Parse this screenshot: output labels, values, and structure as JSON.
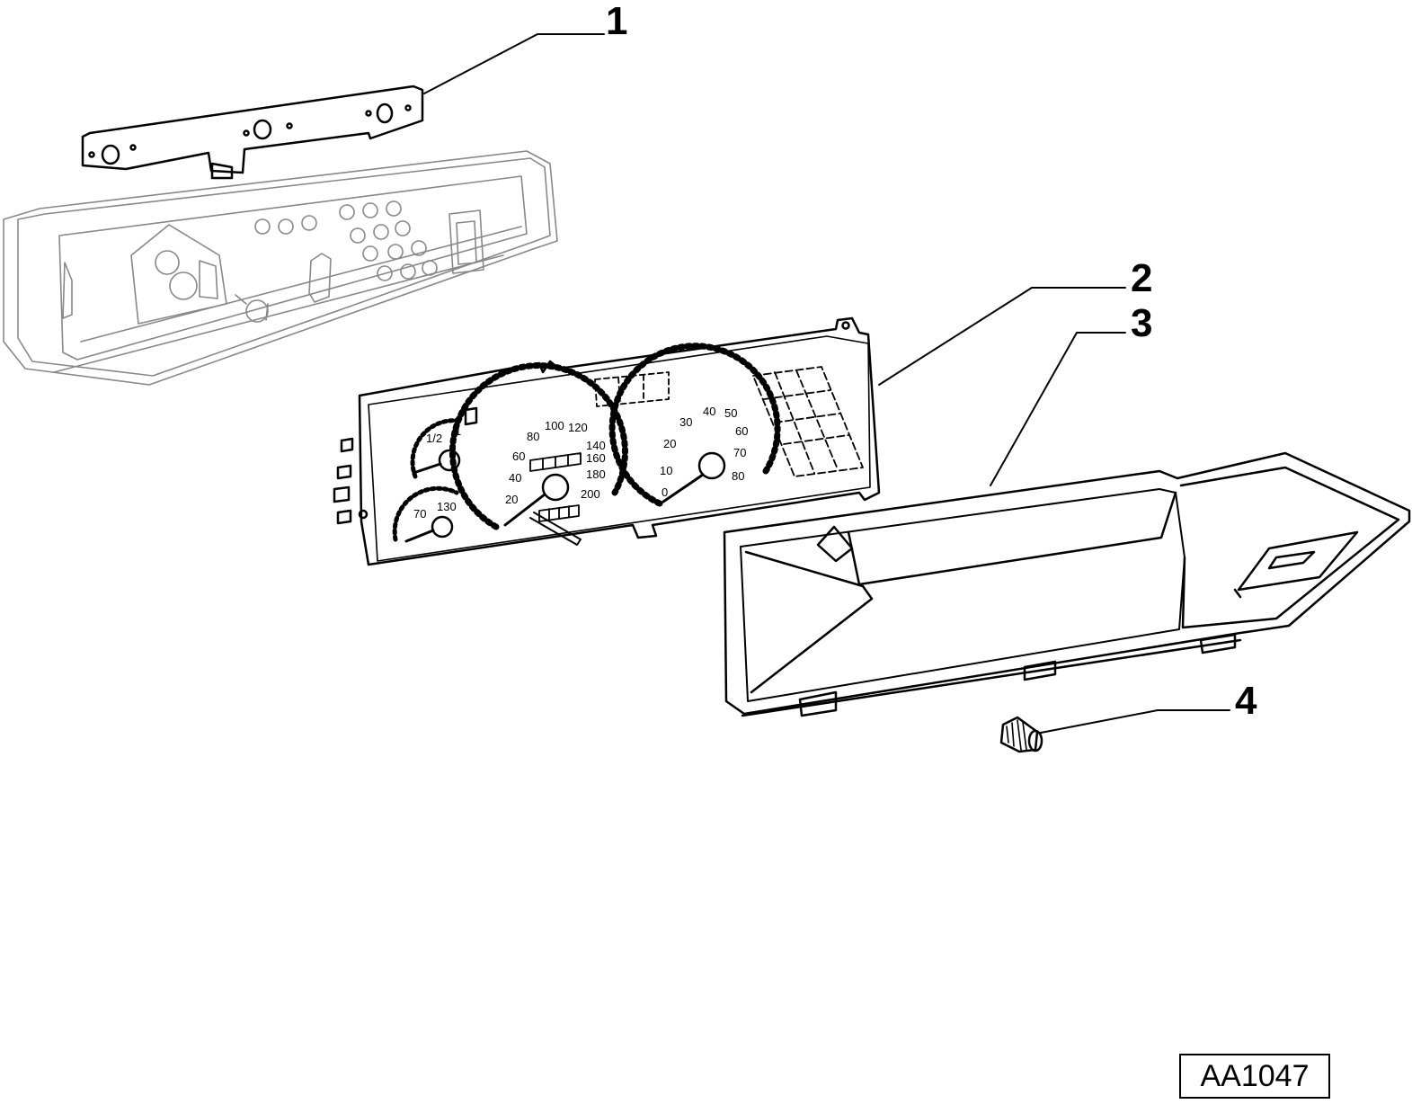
{
  "callouts": {
    "c1": "1",
    "c2": "2",
    "c3": "3",
    "c4": "4"
  },
  "drawing_code": "AA1047",
  "dial_labels": {
    "temp_left": "1/2",
    "temp_right": "1",
    "oil_left": "70",
    "oil_right": "130",
    "speed": [
      "20",
      "40",
      "60",
      "80",
      "100",
      "120",
      "140",
      "160",
      "180",
      "200"
    ],
    "rpm": [
      "0",
      "10",
      "20",
      "30",
      "40",
      "50",
      "60",
      "70",
      "80"
    ]
  },
  "colors": {
    "ink": "#000000",
    "paper": "#ffffff"
  }
}
